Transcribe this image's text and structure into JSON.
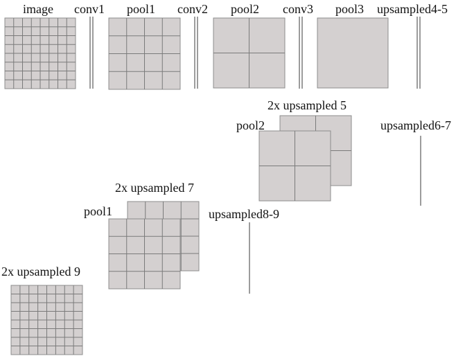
{
  "labels": {
    "image": "image",
    "conv1": "conv1",
    "pool1": "pool1",
    "conv2": "conv2",
    "pool2": "pool2",
    "conv3": "conv3",
    "pool3": "pool3",
    "upsampled4_5": "upsampled4-5",
    "up5": "2x upsampled 5",
    "pool2_b": "pool2",
    "upsampled6_7": "upsampled6-7",
    "up7": "2x upsampled 7",
    "pool1_b": "pool1",
    "upsampled8_9": "upsampled8-9",
    "up9": "2x upsampled 9"
  },
  "grids": {
    "image": 8,
    "pool1": 4,
    "pool2": 2,
    "pool3": 1,
    "up5": 2,
    "pool2_b": 2,
    "up7": 4,
    "pool1_b": 4,
    "up9": 8
  },
  "colors": {
    "fill": "#d4d0d0",
    "cell_line": "#7a7a7a",
    "border": "#8c8c8c",
    "bar": "#666666",
    "text": "#111111"
  }
}
